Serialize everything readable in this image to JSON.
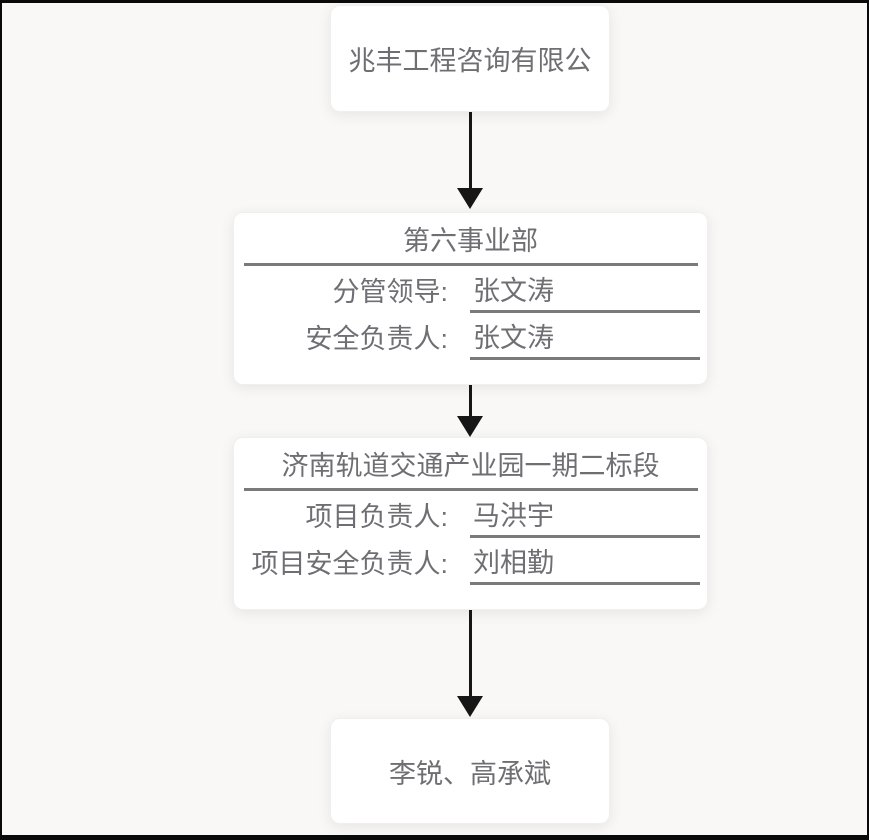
{
  "colors": {
    "page_background": "#f9f8f6",
    "node_background": "#ffffff",
    "text": "#6f6f73",
    "rule_line": "#7a7a7d",
    "arrow": "#161616",
    "frame": "#0a0a0a"
  },
  "chart": {
    "type": "org-flowchart",
    "nodes": [
      {
        "id": "company",
        "title": "兆丰工程咨询有限公",
        "fields": []
      },
      {
        "id": "division",
        "title": "第六事业部",
        "fields": [
          {
            "label": "分管领导:",
            "value": "张文涛"
          },
          {
            "label": "安全负责人:",
            "value": "张文涛"
          }
        ]
      },
      {
        "id": "project",
        "title": "济南轨道交通产业园一期二标段",
        "fields": [
          {
            "label": "项目负责人:",
            "value": "马洪宇"
          },
          {
            "label": "项目安全负责人:",
            "value": "刘相勤"
          }
        ]
      },
      {
        "id": "members",
        "title": "李锐、高承斌",
        "fields": []
      }
    ],
    "connectors": [
      {
        "from": "company",
        "to": "division"
      },
      {
        "from": "division",
        "to": "project"
      },
      {
        "from": "project",
        "to": "members"
      }
    ]
  }
}
